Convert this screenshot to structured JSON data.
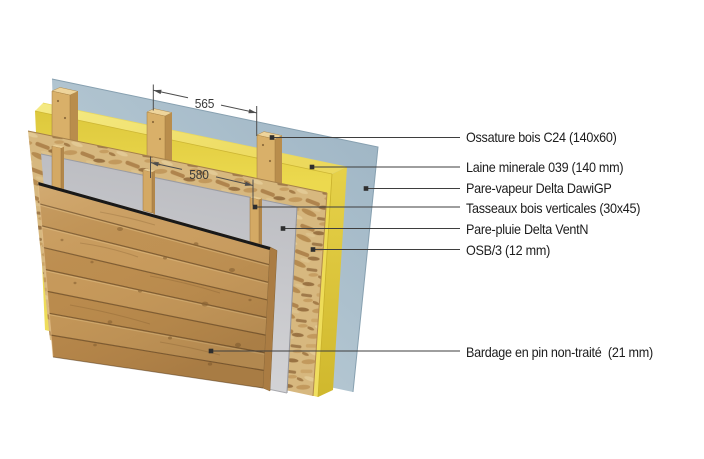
{
  "diagram": {
    "labels": [
      {
        "id": "ossature-bois",
        "text": "Ossature bois C24 (140x60)"
      },
      {
        "id": "laine-minerale",
        "text": "Laine minerale 039 (140 mm)"
      },
      {
        "id": "pare-vapeur",
        "text": "Pare-vapeur Delta DawiGP"
      },
      {
        "id": "tasseaux",
        "text": "Tasseaux bois verticales (30x45)"
      },
      {
        "id": "pare-pluie",
        "text": "Pare-pluie Delta VentN"
      },
      {
        "id": "osb",
        "text": "OSB/3 (12 mm)"
      },
      {
        "id": "bardage",
        "text": "Bardage en pin non-traité  (21 mm)"
      }
    ],
    "dimensions": {
      "stud_spacing": {
        "value": "565"
      },
      "batten_spacing": {
        "value": "580"
      }
    },
    "colors": {
      "background": "#ffffff",
      "vapour_barrier_blue": "#a9c0ce",
      "insulation_yellow": "#ecd94e",
      "osb_tan": "#d7b87f",
      "windbreak_grey": "#c9cacd",
      "framing_wood": "#d9b069",
      "cladding_pine": "#c49759",
      "leader_line": "#3e3e3e",
      "dimension_line": "#4d4d4d",
      "label_text": "#1c1c1c"
    }
  }
}
